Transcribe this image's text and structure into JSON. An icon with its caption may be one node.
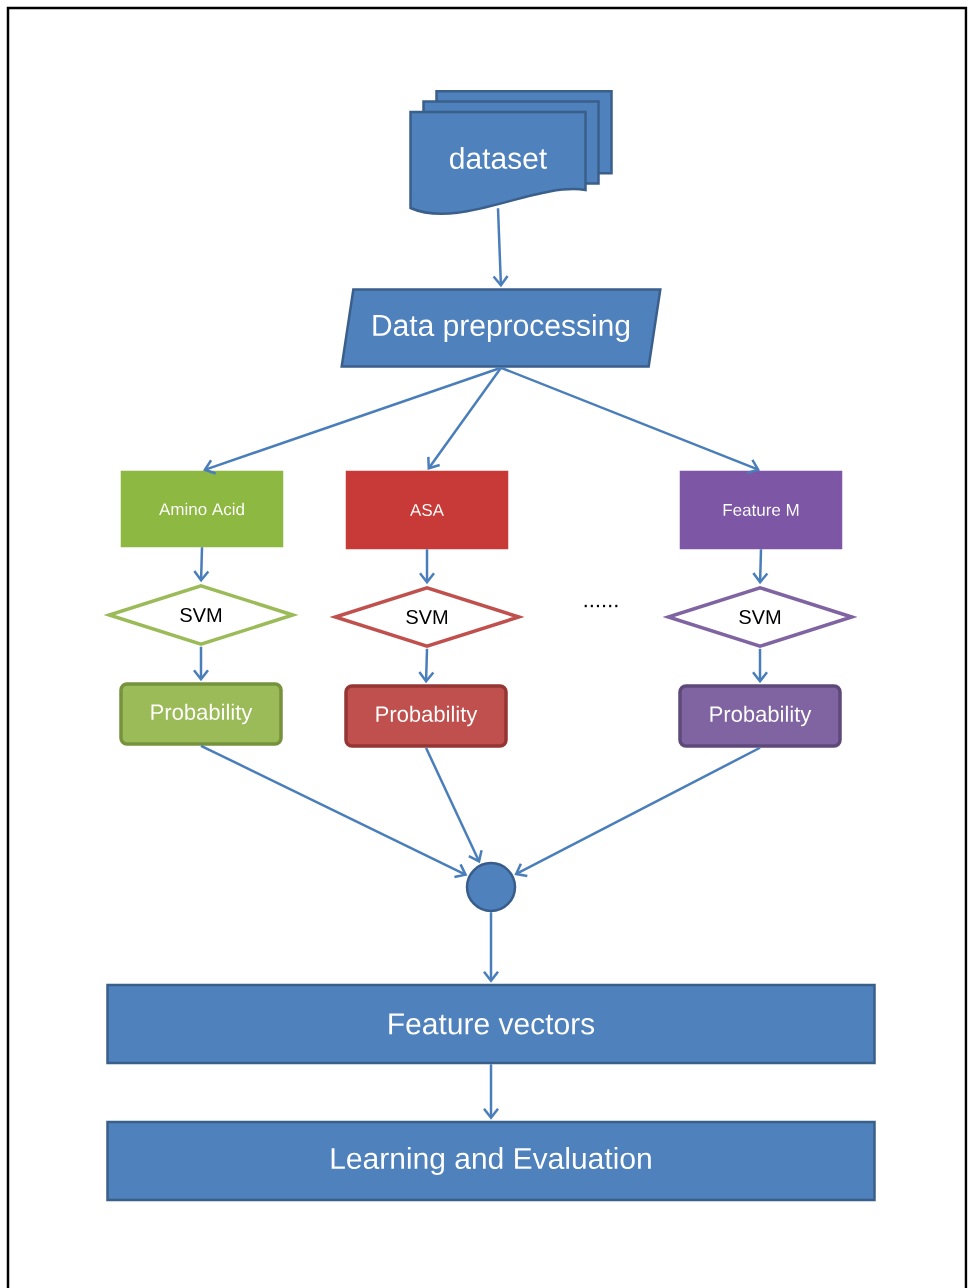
{
  "diagram": {
    "nodes": [
      {
        "text": [
          "dataset"
        ]
      },
      {
        "text": [
          "Data preprocessing"
        ]
      },
      {
        "text": [
          "Amino Acid"
        ]
      },
      {
        "text": [
          "ASA"
        ]
      },
      {
        "text": [
          "Feature M"
        ]
      },
      {
        "text": [
          "SVM"
        ]
      },
      {
        "text": [
          "SVM"
        ]
      },
      {
        "text": [
          "SVM"
        ]
      },
      {
        "text": [
          "Probability"
        ]
      },
      {
        "text": [
          "Probability"
        ]
      },
      {
        "text": [
          "Probability"
        ]
      },
      {
        "text": [],
        "shape": "circle"
      },
      {
        "text": [
          "Feature vectors"
        ]
      },
      {
        "text": [
          "Learning and Evaluation"
        ]
      }
    ],
    "edges": [
      {
        "from": 0,
        "to": 1,
        "arrow": "to"
      },
      {
        "from": 1,
        "to": 2,
        "arrow": "to"
      },
      {
        "from": 1,
        "to": 3,
        "arrow": "to"
      },
      {
        "from": 1,
        "to": 4,
        "arrow": "to"
      },
      {
        "from": 2,
        "to": 5,
        "arrow": "to"
      },
      {
        "from": 3,
        "to": 6,
        "arrow": "to"
      },
      {
        "from": 4,
        "to": 7,
        "arrow": "to"
      },
      {
        "from": 5,
        "to": 8,
        "arrow": "to"
      },
      {
        "from": 6,
        "to": 9,
        "arrow": "to"
      },
      {
        "from": 7,
        "to": 10,
        "arrow": "to"
      },
      {
        "from": 8,
        "to": 11,
        "arrow": "to"
      },
      {
        "from": 9,
        "to": 11,
        "arrow": "to"
      },
      {
        "from": 10,
        "to": 11,
        "arrow": "to"
      },
      {
        "from": 11,
        "to": 12,
        "arrow": "to"
      },
      {
        "from": 12,
        "to": 13,
        "arrow": "to"
      }
    ],
    "labels": [
      "......"
    ]
  }
}
